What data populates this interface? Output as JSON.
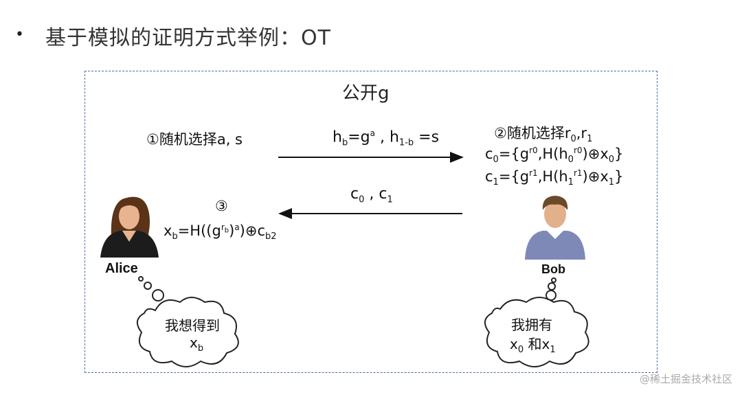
{
  "slide": {
    "bullet": "•",
    "title": "基于模拟的证明方式举例：OT"
  },
  "diagram": {
    "public_label": "公开g",
    "alice": {
      "step1": "①随机选择a, s",
      "step3_num": "③",
      "step3_lhs": "x",
      "step3_lhs_sub": "b",
      "step3_mid": "=H((g",
      "step3_sup_r": "r",
      "step3_sup_r_sub": "b",
      "step3_mid2": ")",
      "step3_sup_a": "a",
      "step3_tail": ")⊕c",
      "step3_tail_sub": "b2",
      "name": "Alice",
      "cloud_line1": "我想得到",
      "cloud_x": "x",
      "cloud_sub": "b"
    },
    "bob": {
      "step2": "②随机选择r",
      "step2_r0_sub": "0",
      "step2_comma": ",r",
      "step2_r1_sub": "1",
      "c0_a": "c",
      "c0_a_sub": "0",
      "c0_b": "={g",
      "c0_sup": "r0",
      "c0_c": ",H(h",
      "c0_h_sub": "0",
      "c0_h_sup": "r0",
      "c0_d": ")⊕x",
      "c0_x_sub": "0",
      "c0_e": "}",
      "c1_a": "c",
      "c1_a_sub": "1",
      "c1_b": "={g",
      "c1_sup": "r1",
      "c1_c": ",H(h",
      "c1_h_sub": "1",
      "c1_h_sup": "r1",
      "c1_d": ")⊕x",
      "c1_x_sub": "1",
      "c1_e": "}",
      "name": "Bob",
      "cloud_line1": "我拥有",
      "cloud_x0": "x",
      "cloud_x0_sub": "0",
      "cloud_and": " 和x",
      "cloud_x1_sub": "1"
    },
    "msg_forward": {
      "h": "h",
      "h_sub": "b",
      "eq": "=g",
      "g_sup": "a",
      "sep": " , h",
      "h2_sub": "1-b",
      "tail": " =s"
    },
    "msg_back": {
      "c0": "c",
      "c0_sub": "0",
      "sep": " , c",
      "c1_sub": "1"
    }
  },
  "watermark": "@稀土掘金技术社区",
  "colors": {
    "frame": "#4a6aa8",
    "arrow": "#111111",
    "alice_hair": "#5a3318",
    "bob_shirt": "#7f89b8"
  }
}
